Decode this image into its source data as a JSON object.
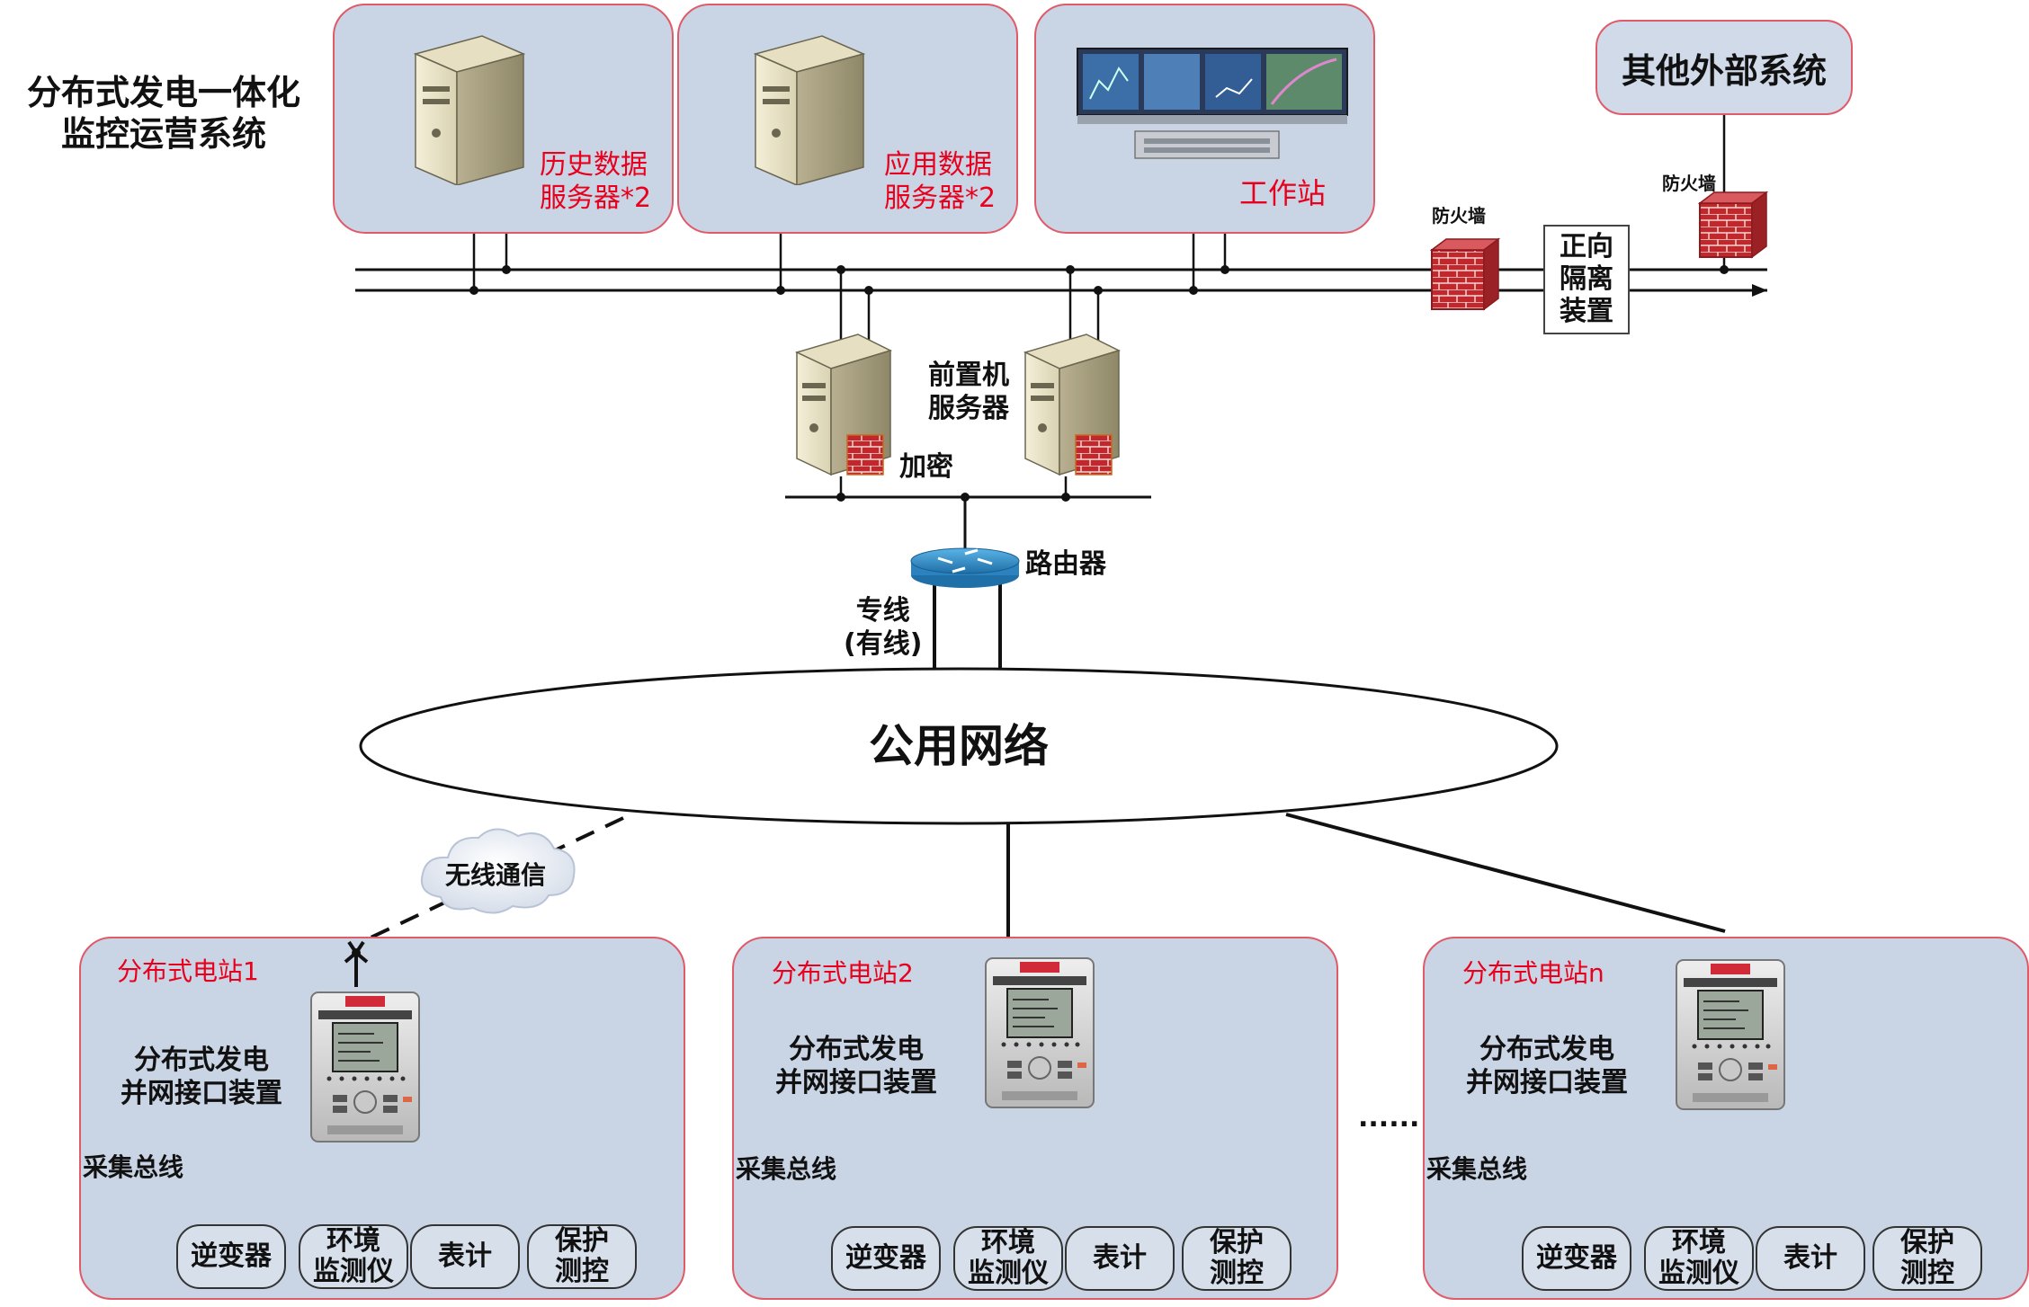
{
  "title": {
    "line1": "分布式发电一体化",
    "line2": "监控运营系统"
  },
  "servers": {
    "history": {
      "line1": "历史数据",
      "line2": "服务器*2"
    },
    "application": {
      "line1": "应用数据",
      "line2": "服务器*2"
    },
    "workstation": "工作站"
  },
  "external_system": "其他外部系统",
  "firewall_left": "防火墙",
  "firewall_right": "防火墙",
  "isolator": {
    "line1": "正向",
    "line2": "隔离",
    "line3": "装置"
  },
  "frontend": {
    "line1": "前置机",
    "line2": "服务器"
  },
  "encrypt": "加密",
  "router": "路由器",
  "dedicated_line": {
    "line1": "专线",
    "line2": "(有线)"
  },
  "public_network": "公用网络",
  "wireless": "无线通信",
  "ellipsis": "......",
  "stations": [
    {
      "name": "分布式电站1",
      "device": {
        "line1": "分布式发电",
        "line2": "并网接口装置"
      },
      "bus": "采集总线",
      "devices": [
        {
          "l1": "逆变器",
          "l2": ""
        },
        {
          "l1": "环境",
          "l2": "监测仪"
        },
        {
          "l1": "表计",
          "l2": ""
        },
        {
          "l1": "保护",
          "l2": "测控"
        }
      ]
    },
    {
      "name": "分布式电站2",
      "device": {
        "line1": "分布式发电",
        "line2": "并网接口装置"
      },
      "bus": "采集总线",
      "devices": [
        {
          "l1": "逆变器",
          "l2": ""
        },
        {
          "l1": "环境",
          "l2": "监测仪"
        },
        {
          "l1": "表计",
          "l2": ""
        },
        {
          "l1": "保护",
          "l2": "测控"
        }
      ]
    },
    {
      "name": "分布式电站n",
      "device": {
        "line1": "分布式发电",
        "line2": "并网接口装置"
      },
      "bus": "采集总线",
      "devices": [
        {
          "l1": "逆变器",
          "l2": ""
        },
        {
          "l1": "环境",
          "l2": "监测仪"
        },
        {
          "l1": "表计",
          "l2": ""
        },
        {
          "l1": "保护",
          "l2": "测控"
        }
      ]
    }
  ],
  "colors": {
    "panel_fill": "#c9d4e4",
    "panel_border": "#e05a6a",
    "label_red": "#e8001c",
    "firewall": "#c0282d"
  }
}
